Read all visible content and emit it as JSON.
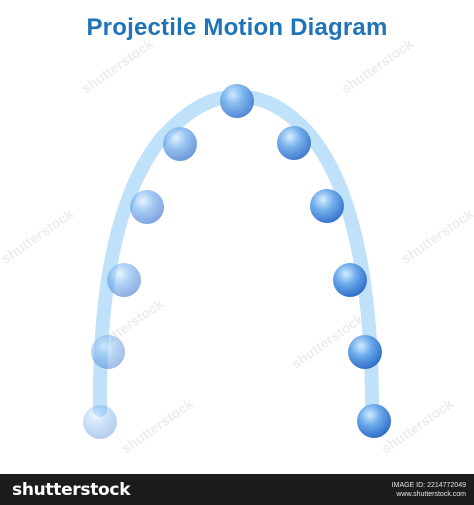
{
  "title": "Projectile Motion Diagram",
  "colors": {
    "title": "#1f73b7",
    "trajectory": "#bfe2fa",
    "ball_dark": "#2f6cc9",
    "ball_light": "#d6e9f8",
    "footer_background": "#1c1c1c"
  },
  "balls": [
    {
      "name": "ball-1",
      "opacity": 0.35
    },
    {
      "name": "ball-2",
      "opacity": 0.45
    },
    {
      "name": "ball-3",
      "opacity": 0.55
    },
    {
      "name": "ball-4",
      "opacity": 0.62
    },
    {
      "name": "ball-5",
      "opacity": 0.7
    },
    {
      "name": "ball-6",
      "opacity": 0.82
    },
    {
      "name": "ball-7",
      "opacity": 0.9
    },
    {
      "name": "ball-8",
      "opacity": 0.95
    },
    {
      "name": "ball-9",
      "opacity": 1
    },
    {
      "name": "ball-10",
      "opacity": 1
    },
    {
      "name": "ball-11",
      "opacity": 1
    },
    {
      "name": "ball-12",
      "opacity": 1
    }
  ],
  "watermark": "shutterstock",
  "footer": {
    "brand": "shutterstock",
    "image_id": "IMAGE ID: 2214772049",
    "site": "www.shutterstock.com"
  }
}
